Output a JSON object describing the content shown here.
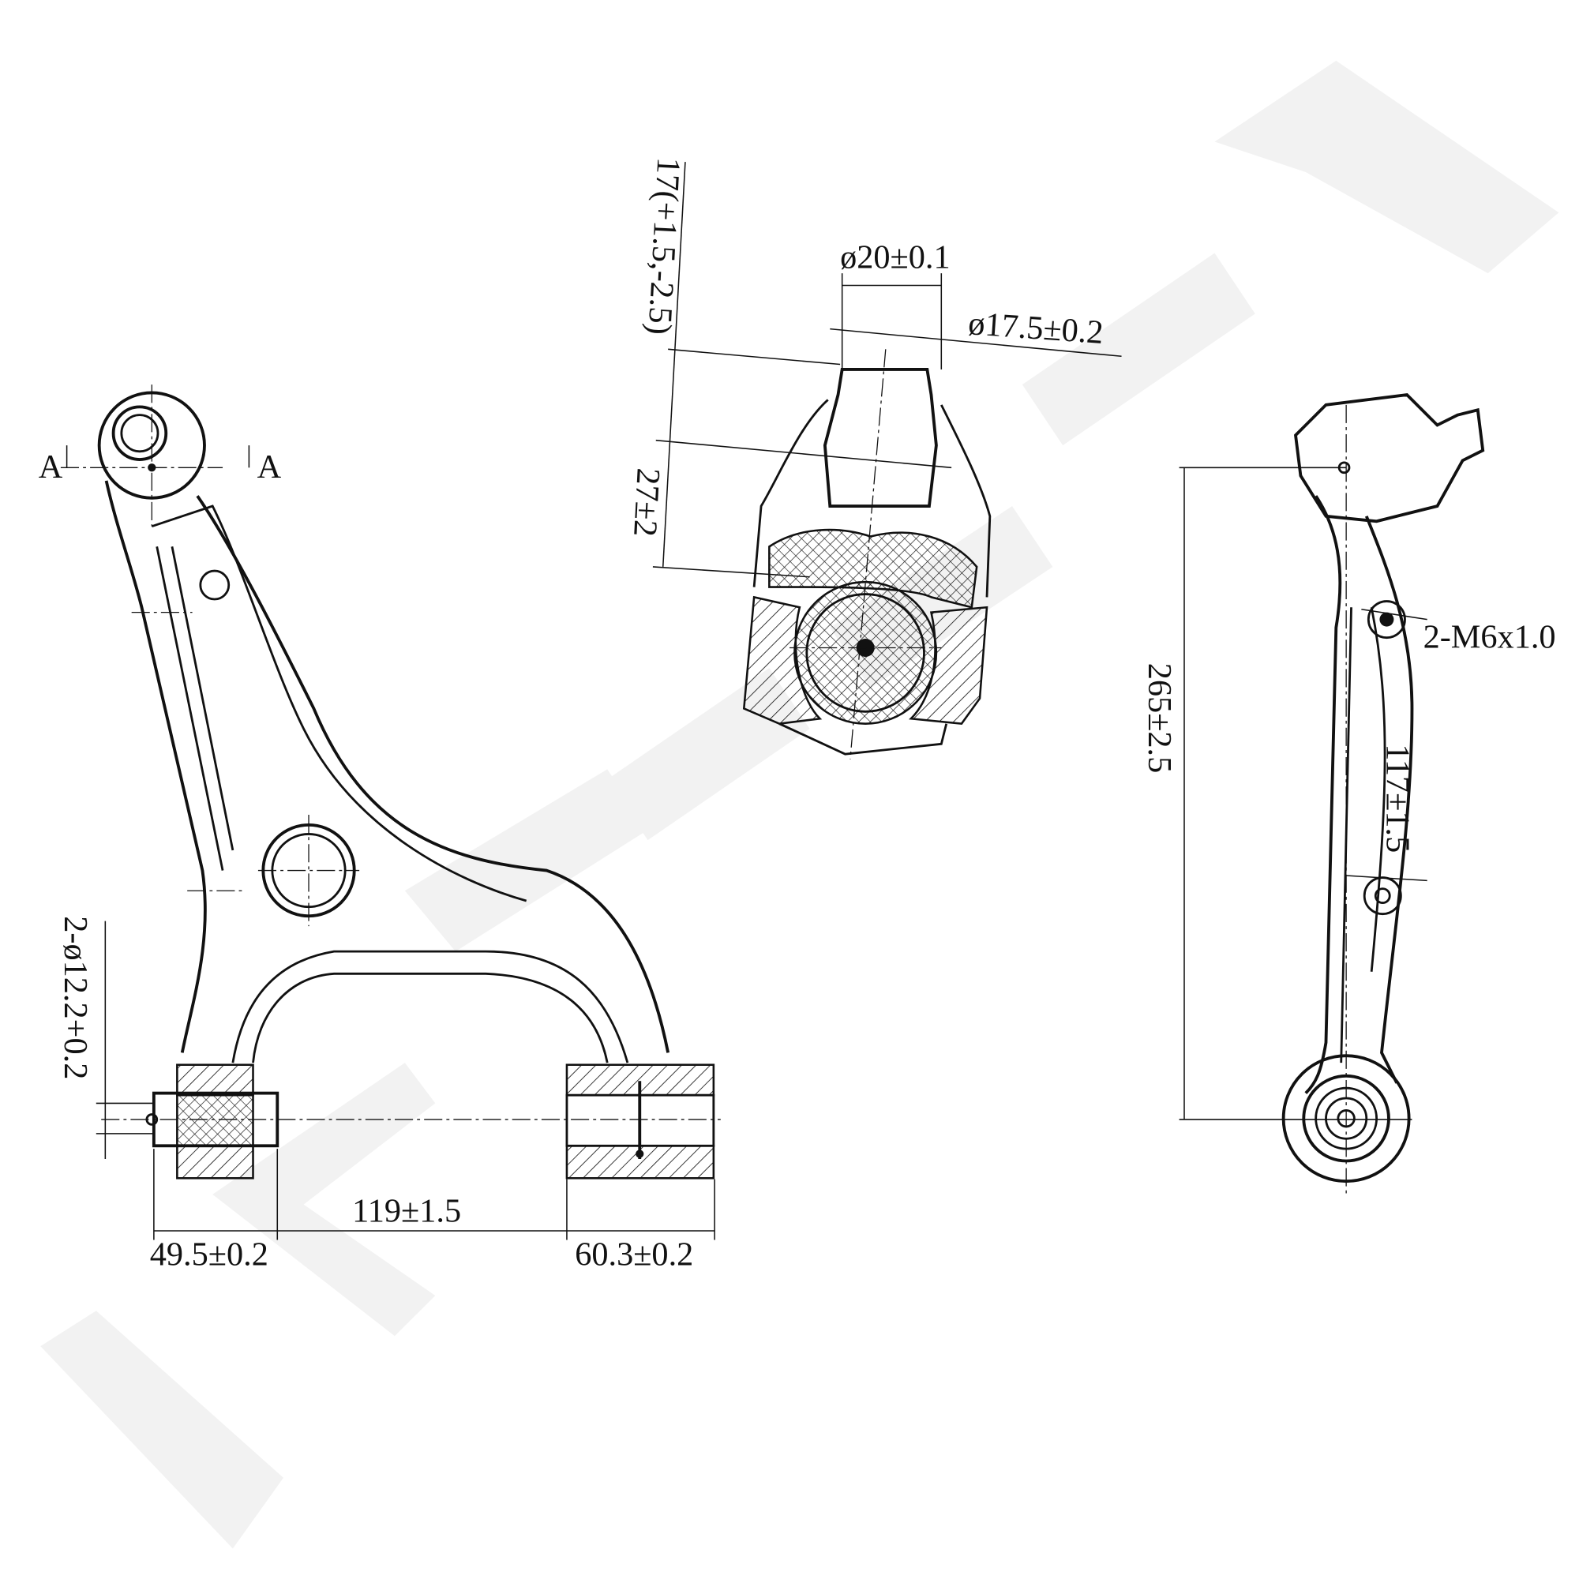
{
  "colors": {
    "line": "#111111",
    "watermark": "#f2f2f2",
    "background": "#ffffff"
  },
  "front_view": {
    "section_mark_left": "A",
    "section_mark_right": "A",
    "bushing_hole_dim": "2-ø12.2+0.2",
    "bushing_spacing_dim": "119±1.5",
    "left_bushing_width_dim": "49.5±0.2",
    "right_bushing_width_dim": "60.3±0.2"
  },
  "ball_joint_section": {
    "stud_height_dim": "17(+1.5,-2.5)",
    "stud_major_diameter_dim": "ø20±0.1",
    "stud_minor_diameter_dim": "ø17.5±0.2",
    "boot_height_dim": "27±2"
  },
  "side_view": {
    "overall_length_dim": "265±2.5",
    "hole_spacing_dim": "117±1.5",
    "thread_spec": "2-M6x1.0"
  }
}
